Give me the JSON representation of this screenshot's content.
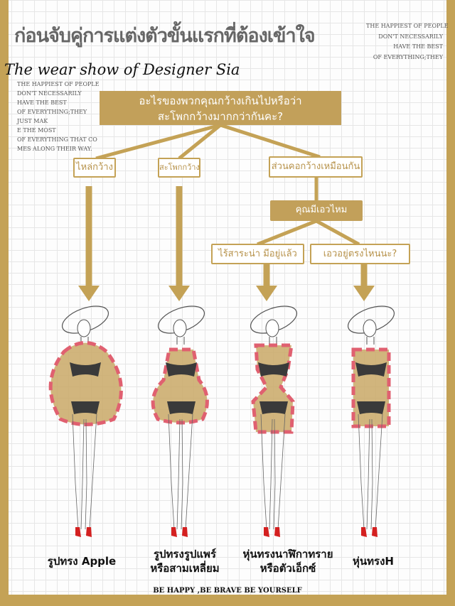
{
  "title": "ก่อนจับคู่การแต่งตัวขั้นแรกที่ต้องเข้าใจ",
  "quote_right": [
    "THE HAPPIEST OF PEOPLE",
    "DON'T NECESSARILY",
    "HAVE THE BEST",
    "OF EVERYTHING;THEY"
  ],
  "brand": "The wear show of Designer Sia",
  "quote_left": [
    "THE HAPPIEST OF PEOPLE",
    "DON'T NECESSARILY",
    " HAVE THE BEST",
    "OF EVERYTHING;THEY",
    "JUST MAK",
    "E THE MOST",
    "OF EVERYTHING THAT CO",
    "MES ALONG THEIR WAY."
  ],
  "question": {
    "line1": "อะไรของพวกคุณกว้างเกินไปหรือว่า",
    "line2": "สะโพกกว้างมากกว่ากันคะ?"
  },
  "options": {
    "shoulders": "ไหล่กว้าง",
    "hips": "สะโพกกว้าง",
    "same": "ส่วนคอกว้างเหมือนกัน"
  },
  "waist_question": "คุณมีเอวไหม",
  "waist_options": {
    "yes": "ไร้สาระน่า มีอยู่แล้ว",
    "no": "เอวอยู่ตรงไหนนะ?"
  },
  "shapes": [
    {
      "line1": "รูปทรง Apple",
      "line2": ""
    },
    {
      "line1": "รูปทรงรูปแพร์",
      "line2": "หรือสามเหลี่ยม"
    },
    {
      "line1": "หุ่นทรงนาฬิกาทราย",
      "line2": "หรือตัวเอ็กซ์"
    },
    {
      "line1": "หุ่นทรงH",
      "line2": ""
    }
  ],
  "footer": "BE HAPPY ,BE BRAVE BE YOURSELF",
  "colors": {
    "gold": "#c4a256",
    "dash": "#e06070",
    "shoe": "#d42020"
  }
}
